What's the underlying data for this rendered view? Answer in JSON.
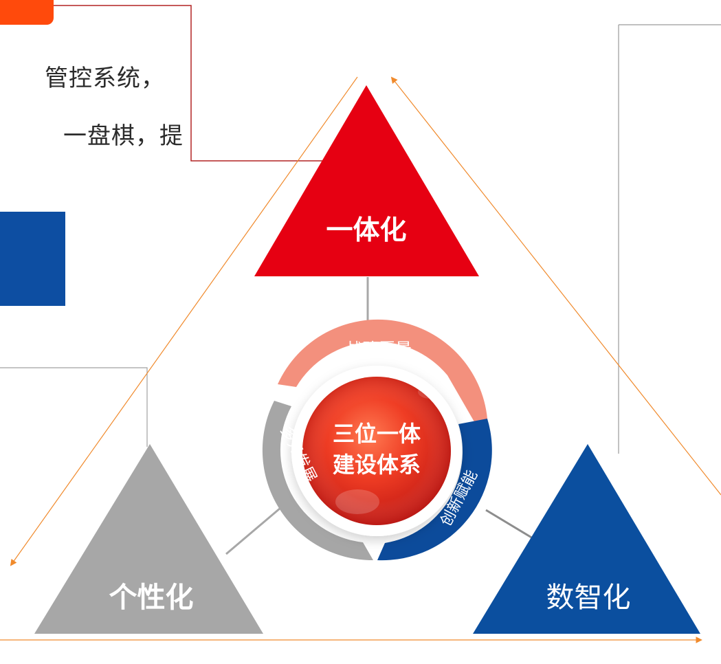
{
  "top_text": {
    "line1": "管控系统，",
    "line2": "一盘棋，提"
  },
  "triangles": {
    "top": "一体化",
    "left": "个性化",
    "right": "数智化"
  },
  "center": {
    "line1": "三位一体",
    "line2": "建设体系"
  },
  "ring_labels": {
    "top": "战略愿景",
    "left": "多元发展",
    "right": "创新赋能"
  },
  "colors": {
    "red": "#e60012",
    "blue": "#0b4f9f",
    "gray": "#a7a7a7",
    "orange": "#f08a2c",
    "salmon": "#f3907d",
    "ring_gray": "#a6a6a6",
    "ring_blue": "#0c4b9b"
  }
}
